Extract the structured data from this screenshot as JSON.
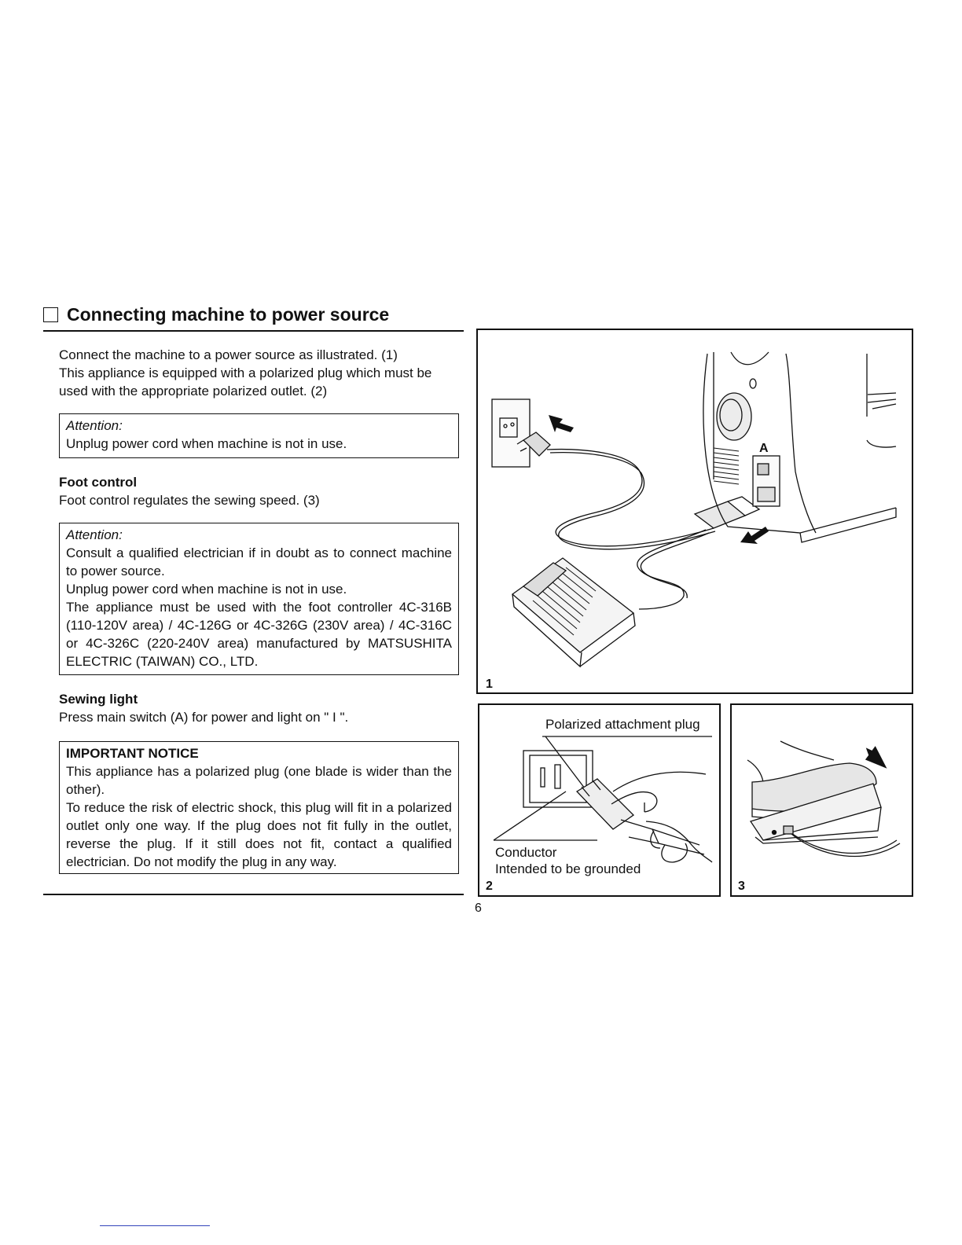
{
  "section": {
    "title": "Connecting machine to power source"
  },
  "intro": {
    "lines": [
      "Connect the machine to a power source as illustrated. (1)",
      "This appliance is equipped with a polarized plug which must be",
      "used with the appropriate polarized outlet. (2)"
    ]
  },
  "attention1": {
    "label": "Attention:",
    "text": "Unplug power cord when machine is not in use."
  },
  "foot_control": {
    "heading": "Foot control",
    "text": "Foot control regulates the sewing speed. (3)"
  },
  "attention2": {
    "label": "Attention:",
    "p1": "Consult a qualified electrician if in doubt as to connect machine to power source.",
    "p2": "Unplug power cord when machine is not in use.",
    "p3": "The appliance must be used with the foot controller 4C-316B (110-120V area) / 4C-126G or 4C-326G (230V area) / 4C-316C or 4C-326C (220-240V area) manufactured by MATSUSHITA ELECTRIC (TAIWAN) CO., LTD."
  },
  "sewing_light": {
    "heading": "Sewing light",
    "text": "Press main switch (A) for power and light on \" I \"."
  },
  "notice": {
    "heading": "IMPORTANT NOTICE",
    "p1": "This appliance has a polarized plug (one blade is wider than the other).",
    "p2": "To reduce the risk of electric shock, this plug will fit in a polarized outlet only one way. If the plug does not fit fully in the outlet, reverse the plug. If it still does not fit, contact a qualified electrician. Do not modify the plug in any way."
  },
  "figures": {
    "fig1": {
      "number": "1",
      "switch_label": "A"
    },
    "fig2": {
      "number": "2",
      "plug_label": "Polarized attachment plug",
      "conductor_label": "Conductor",
      "grounded_label": "Intended to be grounded"
    },
    "fig3": {
      "number": "3"
    }
  },
  "page_number": "6"
}
